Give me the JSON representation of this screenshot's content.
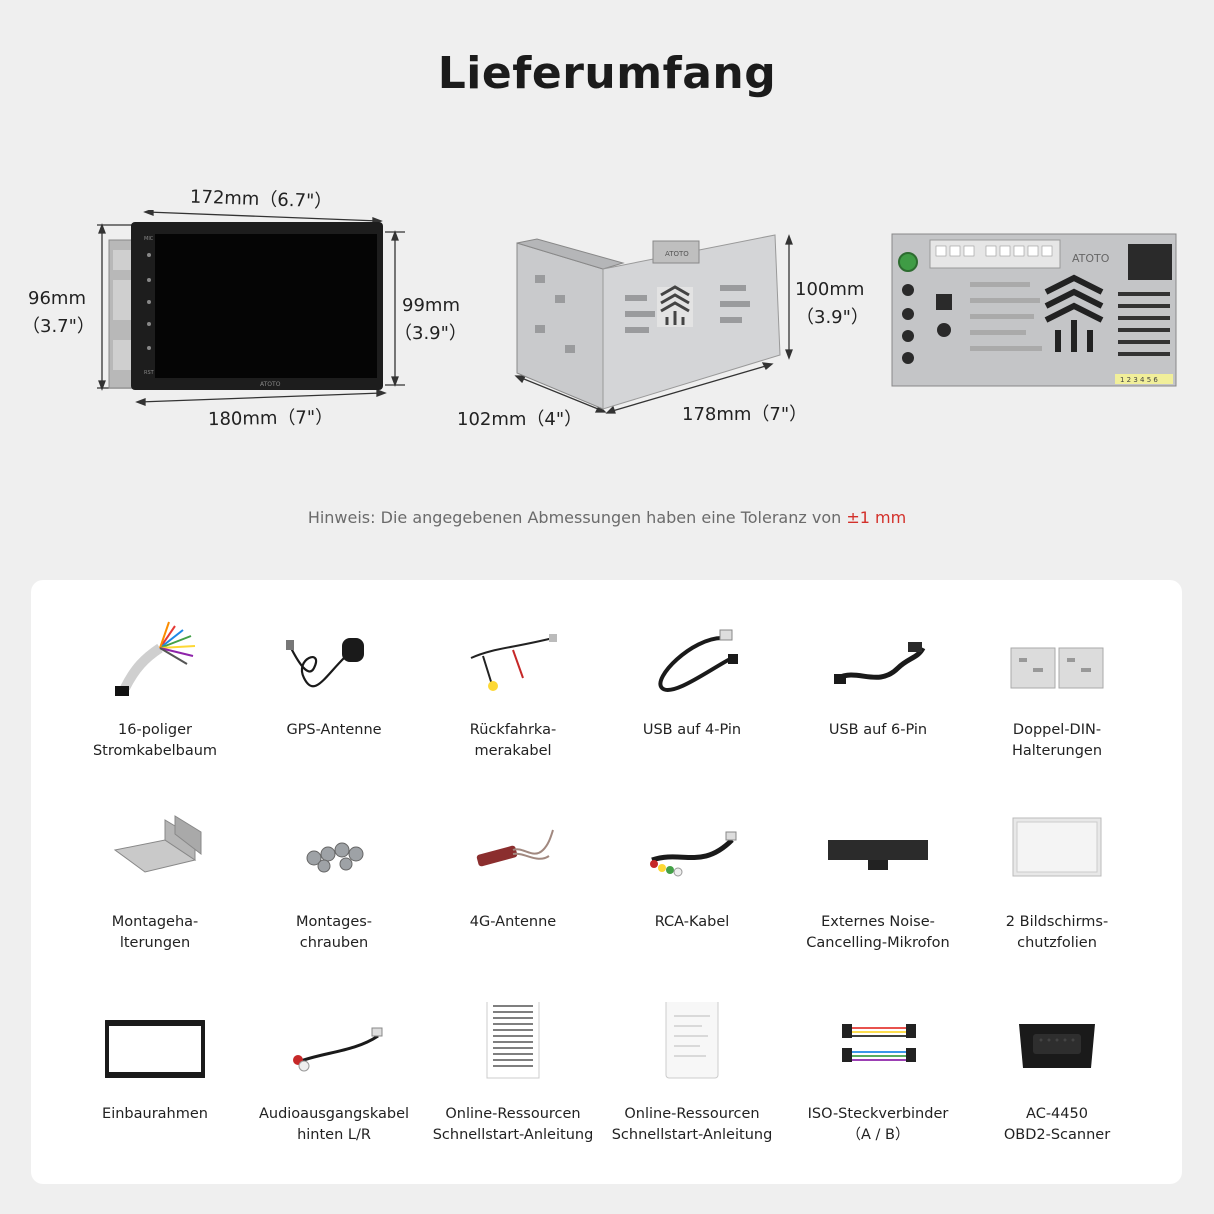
{
  "title": "Lieferumfang",
  "dimensions": {
    "unit_width_top": "172mm（6.7\"）",
    "unit_height_left_mm": "96mm",
    "unit_height_left_in": "（3.7\"）",
    "unit_height_right_mm": "99mm",
    "unit_height_right_in": "（3.9\"）",
    "unit_width_bottom": "180mm（7\"）",
    "cage_height_mm": "100mm",
    "cage_height_in": "（3.9\"）",
    "cage_depth": "102mm（4\"）",
    "cage_width": "178mm（7\"）"
  },
  "device_text": {
    "brand": "ATOTO",
    "mic_label": "MIC",
    "rst_label": "RST",
    "back_number": "1 2 3 4 5 6"
  },
  "note": {
    "text": "Hinweis: Die angegebenen Abmessungen haben eine Toleranz von ",
    "tolerance": "±1 mm"
  },
  "colors": {
    "background": "#efefef",
    "panel": "#ffffff",
    "tolerance_red": "#d3302a"
  },
  "items": [
    {
      "label": "16-poliger\nStromkabelbaum",
      "icon": "wire-harness-icon"
    },
    {
      "label": "GPS-Antenne",
      "icon": "gps-antenna-icon"
    },
    {
      "label": "Rückfahrka-\nmerakabel",
      "icon": "camera-cable-icon"
    },
    {
      "label": "USB auf 4-Pin",
      "icon": "usb-cable-icon"
    },
    {
      "label": "USB auf 6-Pin",
      "icon": "usb-cable-icon"
    },
    {
      "label": "Doppel-DIN-\nHalterungen",
      "icon": "din-brackets-icon"
    },
    {
      "label": "Montageha-\nlterungen",
      "icon": "mounting-bracket-icon"
    },
    {
      "label": "Montages-\nchrauben",
      "icon": "screws-icon"
    },
    {
      "label": "4G-Antenne",
      "icon": "4g-antenna-icon"
    },
    {
      "label": "RCA-Kabel",
      "icon": "rca-cable-icon"
    },
    {
      "label": "Externes Noise-\nCancelling-Mikrofon",
      "icon": "microphone-icon"
    },
    {
      "label": "2 Bildschirms-\nchutzfolien",
      "icon": "screen-protector-icon"
    },
    {
      "label": "Einbaurahmen",
      "icon": "frame-icon"
    },
    {
      "label": "Audioausgangskabel\nhinten L/R",
      "icon": "audio-cable-icon"
    },
    {
      "label": "Online-Ressourcen\nSchnellstart-Anleitung",
      "icon": "manual-icon"
    },
    {
      "label": "Online-Ressourcen\nSchnellstart-Anleitung",
      "icon": "manual-card-icon"
    },
    {
      "label": "ISO-Steckverbinder\n（A / B）",
      "icon": "iso-connector-icon"
    },
    {
      "label": "AC-4450\nOBD2-Scanner",
      "icon": "obd2-scanner-icon"
    }
  ]
}
